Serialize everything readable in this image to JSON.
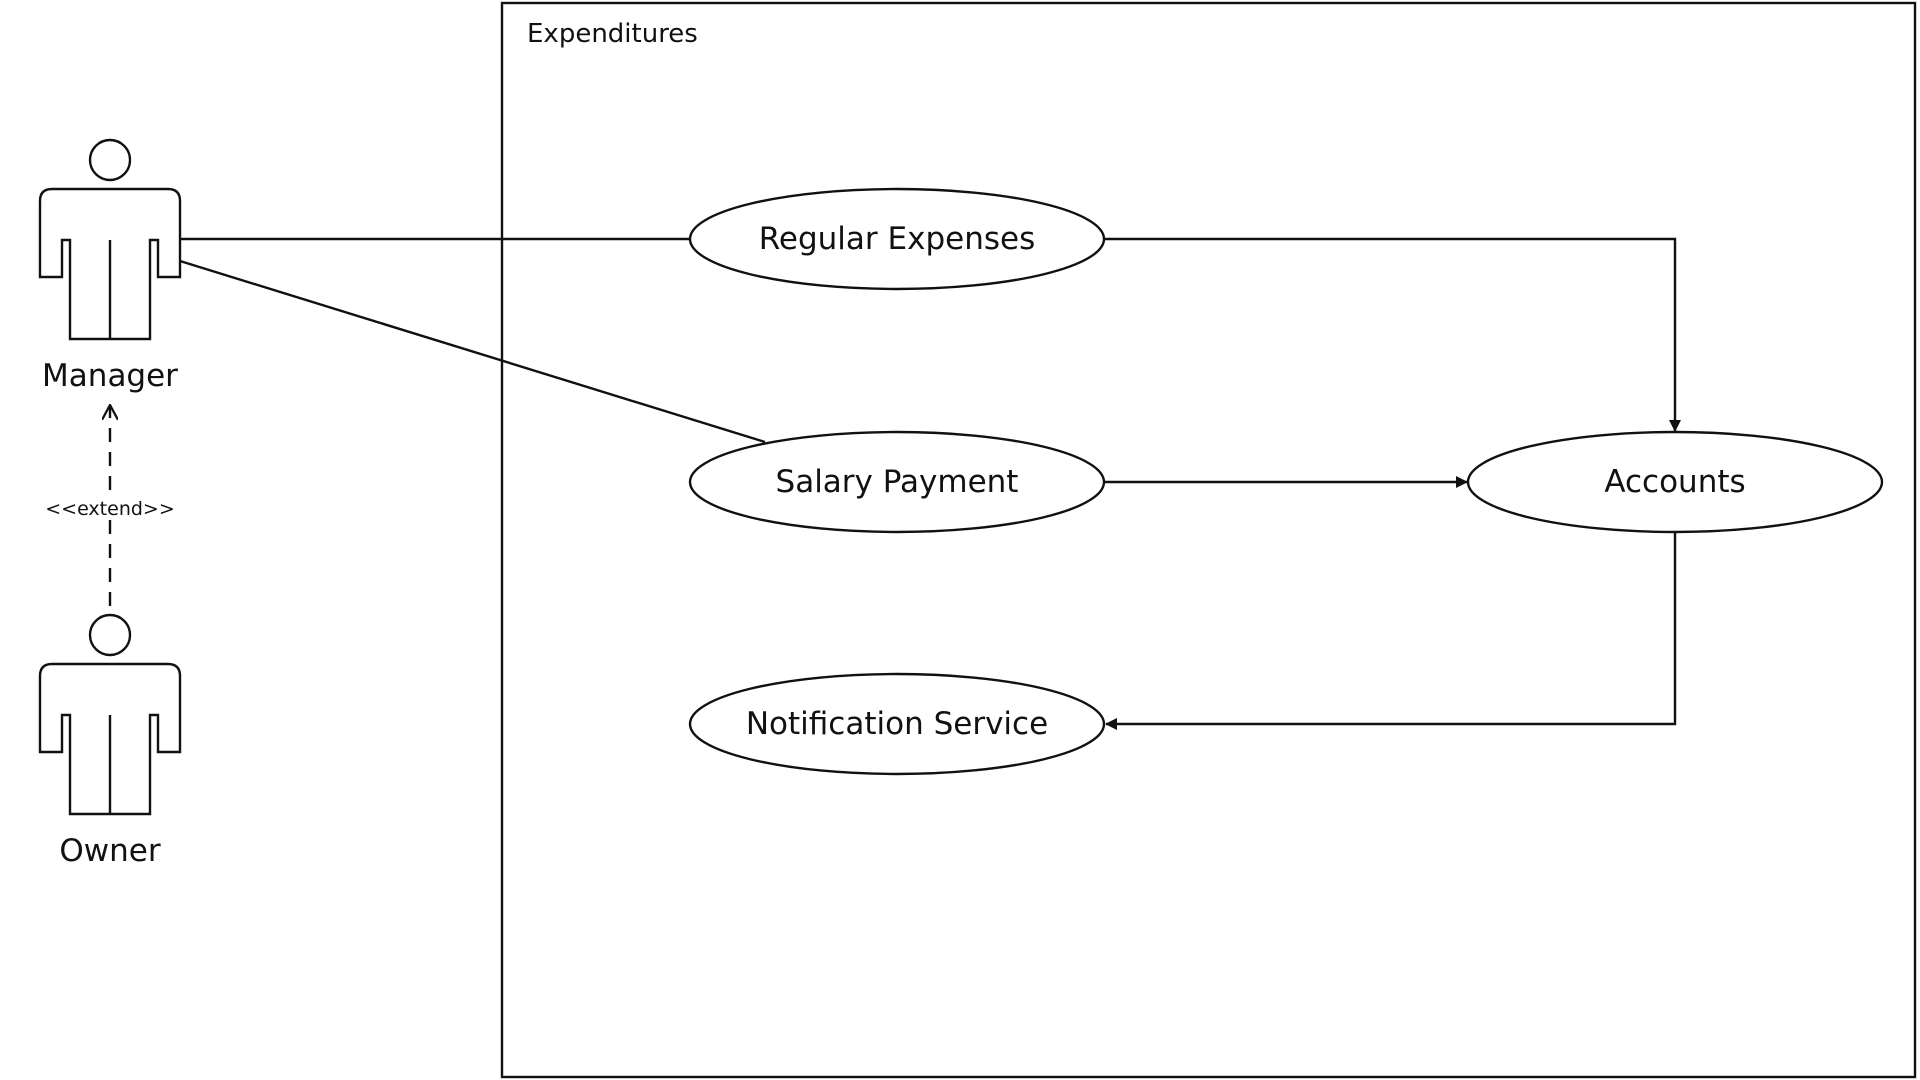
{
  "system_boundary": {
    "title": "Expenditures"
  },
  "actors": {
    "manager": {
      "label": "Manager"
    },
    "owner": {
      "label": "Owner"
    }
  },
  "use_cases": {
    "regular_expenses": {
      "label": "Regular Expenses"
    },
    "salary_payment": {
      "label": "Salary Payment"
    },
    "accounts": {
      "label": "Accounts"
    },
    "notification_service": {
      "label": "Notification Service"
    }
  },
  "relations": {
    "extend_label": "<<extend>>"
  }
}
